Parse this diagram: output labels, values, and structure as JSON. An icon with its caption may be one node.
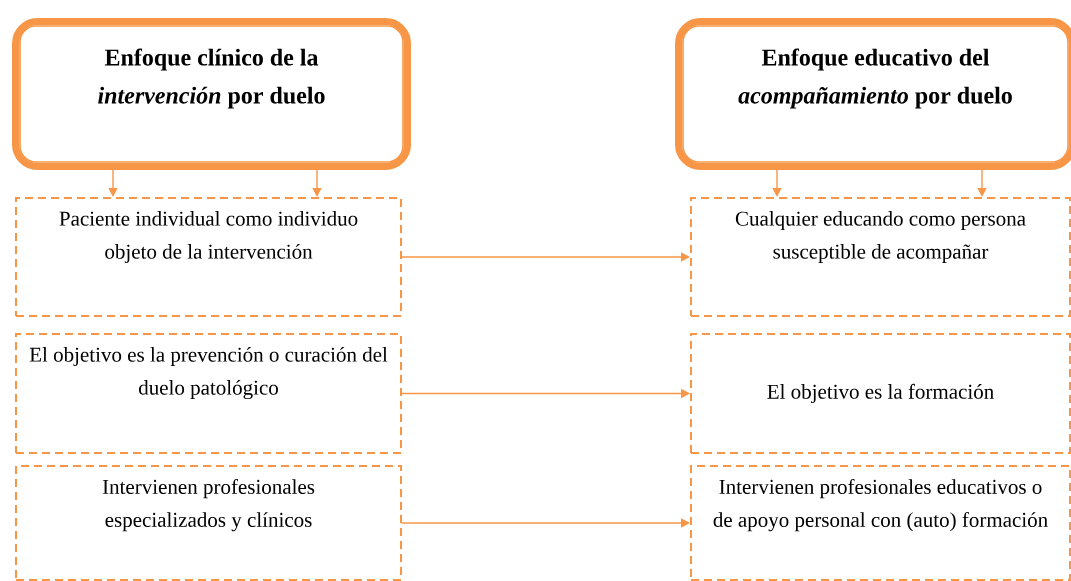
{
  "diagram": {
    "nodes": [
      {
        "text": [
          "Enfoque clínico de la *intervención* por duelo"
        ]
      },
      {
        "text": [
          "Enfoque educativo del *acompañamiento* por duelo"
        ]
      },
      {
        "text": [
          "Paciente individual como individuo objeto de la intervención"
        ]
      },
      {
        "text": [
          "Cualquier educando como persona susceptible de acompañar"
        ]
      },
      {
        "text": [
          "El objetivo es la prevención o curación del duelo patológico"
        ]
      },
      {
        "text": [
          "El objetivo es la formación"
        ]
      },
      {
        "text": [
          "Intervienen profesionales especializados y clínicos"
        ]
      },
      {
        "text": [
          "Intervienen profesionales educativos o de apoyo personal con (auto) formación"
        ]
      }
    ],
    "edges": [
      {
        "from": 0,
        "to": 2,
        "arrow": "to"
      },
      {
        "from": 0,
        "to": 2,
        "arrow": "to"
      },
      {
        "from": 1,
        "to": 3,
        "arrow": "to"
      },
      {
        "from": 1,
        "to": 3,
        "arrow": "to"
      },
      {
        "from": 2,
        "to": 3,
        "arrow": "to"
      },
      {
        "from": 4,
        "to": 5,
        "arrow": "to"
      },
      {
        "from": 6,
        "to": 7,
        "arrow": "to"
      }
    ]
  }
}
